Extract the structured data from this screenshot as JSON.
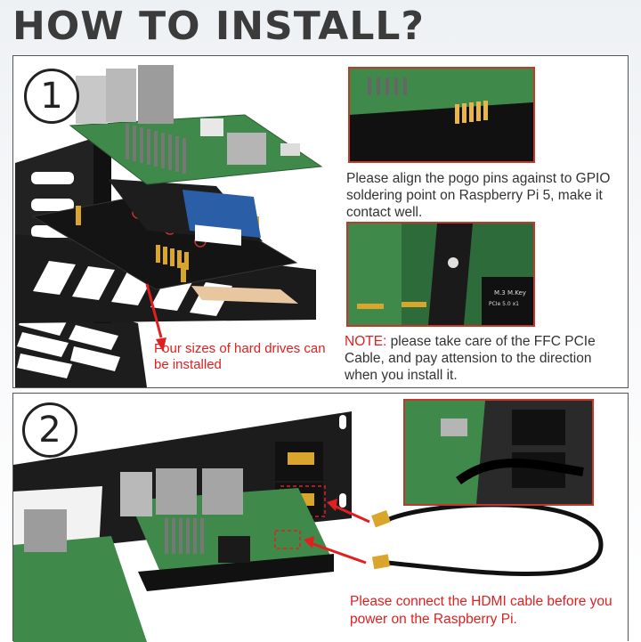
{
  "title": "HOW TO INSTALL?",
  "step1": {
    "number": "1",
    "pogo_note": "Please align the pogo pins against to GPIO soldering point on Raspberry Pi 5, make it contact well.",
    "drives_caption": "Four sizes of hard drives can be installed",
    "ffc_note_label": "NOTE:",
    "ffc_note_text": " please take care of the FFC PCIe Cable, and pay attension to the direction when you install it.",
    "ssd_label": "M.3 M.Key",
    "pcb_label": "PCIe 5.0 x1"
  },
  "step2": {
    "number": "2",
    "hdmi_note": "Please connect the HDMI cable before you power on the Raspberry Pi."
  },
  "colors": {
    "accent_red": "#e02020",
    "pcb_green": "#3f8a4a",
    "rack_black": "#1c1c1c",
    "gold": "#d9a62b"
  }
}
